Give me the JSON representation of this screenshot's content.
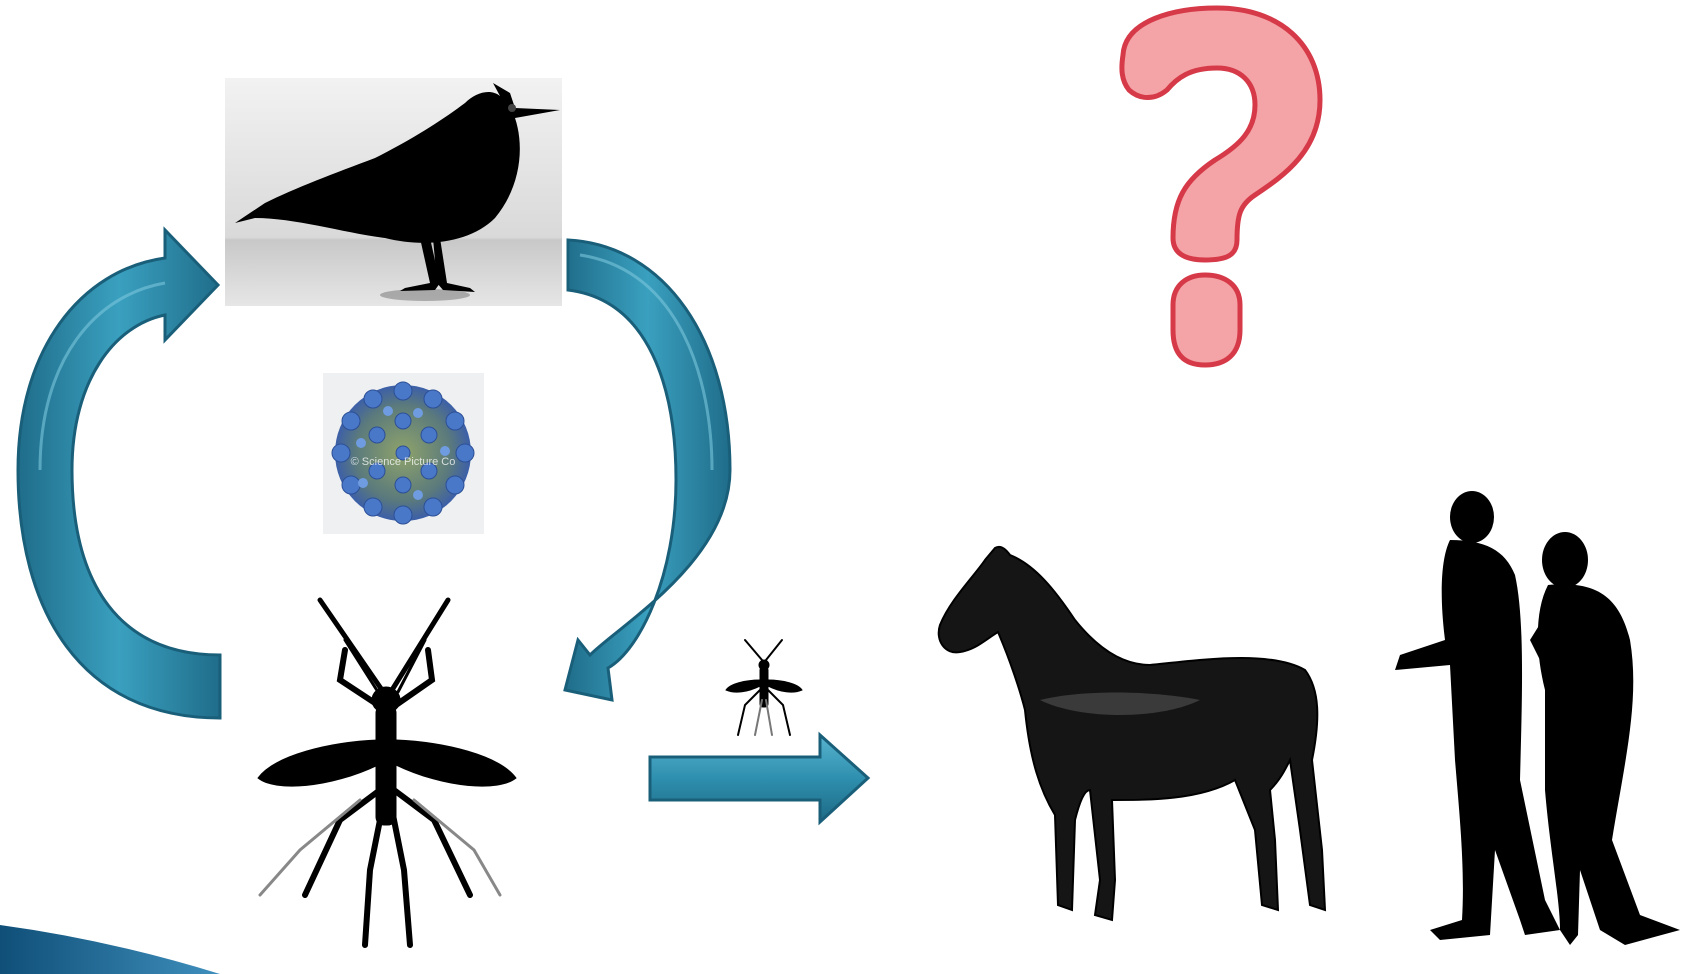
{
  "scene": {
    "elements": [
      "bird-silhouette",
      "virus-particle",
      "mosquito-large",
      "mosquito-small",
      "horse",
      "people",
      "question-mark"
    ],
    "transmission_cycle": [
      "bird",
      "mosquito"
    ],
    "spillover_targets": [
      "horse",
      "humans"
    ]
  },
  "watermark": "© Science Picture Co",
  "colors": {
    "arrow_fill": "#2e8fae",
    "arrow_dark": "#1d6a85",
    "arrow_light": "#5ab6d0",
    "question_fill": "#f4a3a6",
    "question_stroke": "#d63a48",
    "silhouette": "#000000",
    "virus_blue": "#4a78c8",
    "virus_green": "#7b8f55",
    "corner_band": "#1a5e86"
  }
}
